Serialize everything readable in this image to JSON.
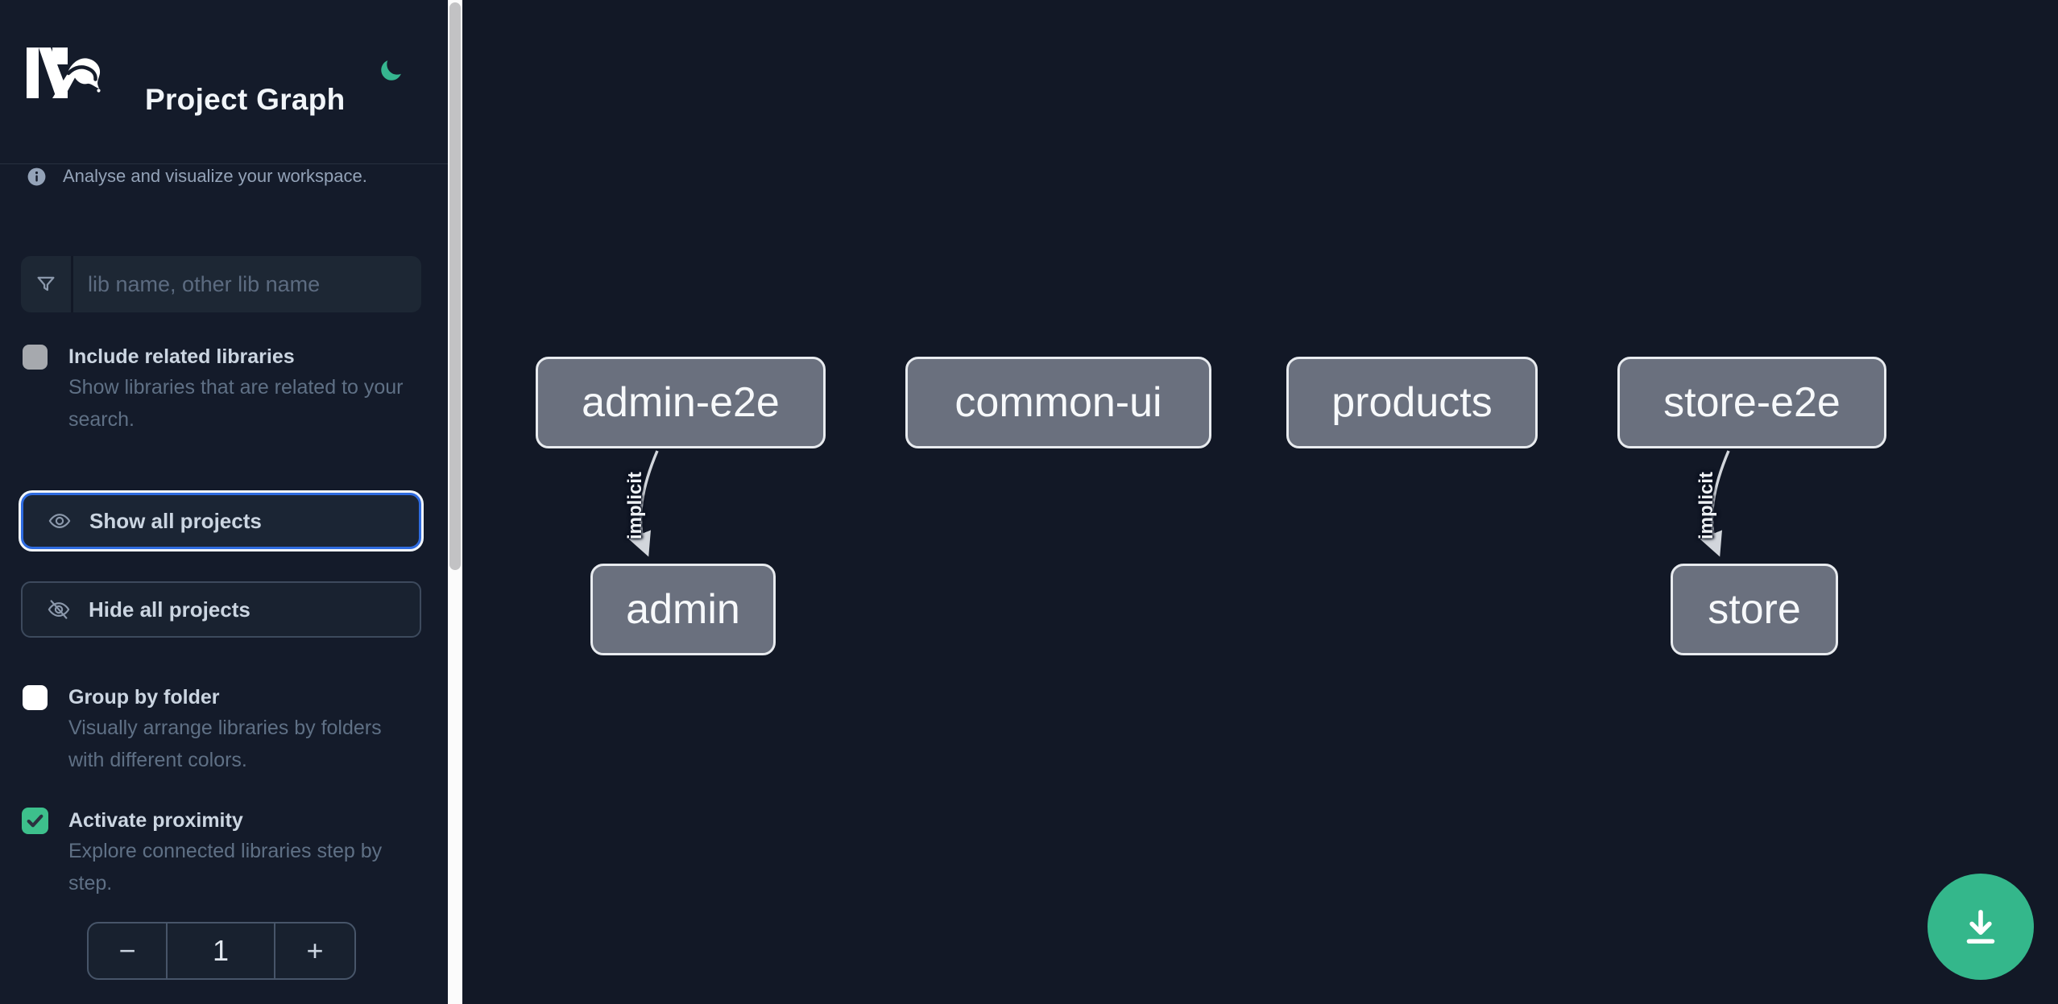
{
  "header": {
    "title": "Project Graph"
  },
  "sidebar": {
    "tagline": "Analyse and visualize your workspace.",
    "filter": {
      "placeholder": "lib name, other lib name"
    },
    "options": [
      {
        "label": "Include related libraries",
        "description": "Show libraries that are related to your search.",
        "checked": false
      },
      {
        "label": "Group by folder",
        "description": "Visually arrange libraries by folders with different colors.",
        "checked": false
      },
      {
        "label": "Activate proximity",
        "description": "Explore connected libraries step by step.",
        "checked": true
      }
    ],
    "actions": [
      {
        "label": "Show all projects",
        "focused": true
      },
      {
        "label": "Hide all projects",
        "focused": false
      }
    ],
    "proximity_stepper": {
      "decrement_label": "−",
      "value": "1",
      "increment_label": "+"
    }
  },
  "graph": {
    "nodes": [
      {
        "label": "admin-e2e"
      },
      {
        "label": "common-ui"
      },
      {
        "label": "products"
      },
      {
        "label": "store-e2e"
      },
      {
        "label": "admin"
      },
      {
        "label": "store"
      }
    ],
    "edges": [
      {
        "from": "admin-e2e",
        "to": "admin",
        "label": "implicit"
      },
      {
        "from": "store-e2e",
        "to": "store",
        "label": "implicit"
      }
    ]
  },
  "colors": {
    "accent_green": "#34b78b",
    "checkbox_green": "#3dc08c",
    "focus_blue": "#2e6be0",
    "node_fill": "#6a707e",
    "node_border": "#e8ebef",
    "edge": "#d2d6dc",
    "sidebar_bg": "#141b2a",
    "canvas_bg": "#121826"
  }
}
